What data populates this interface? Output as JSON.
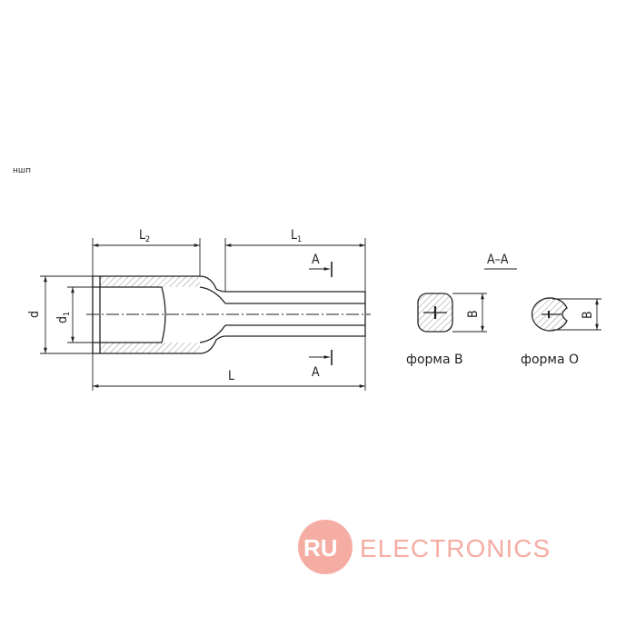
{
  "corner_label": "ншп",
  "dimensions": {
    "L2": {
      "main": "L",
      "sub": "2"
    },
    "L1": {
      "main": "L",
      "sub": "1"
    },
    "L": "L",
    "d": "d",
    "d1": {
      "main": "d",
      "sub": "1"
    },
    "A_top": "A",
    "A_bottom": "A",
    "B_left": "B",
    "B_right": "B"
  },
  "section_title": "А–А",
  "form_b_caption": "форма В",
  "form_o_caption": "форма О",
  "watermark": {
    "badge": "RU",
    "word": "ELECTRONICS",
    "color": "#f4a59a"
  },
  "colors": {
    "line": "#222222",
    "hatch": "#555555"
  }
}
